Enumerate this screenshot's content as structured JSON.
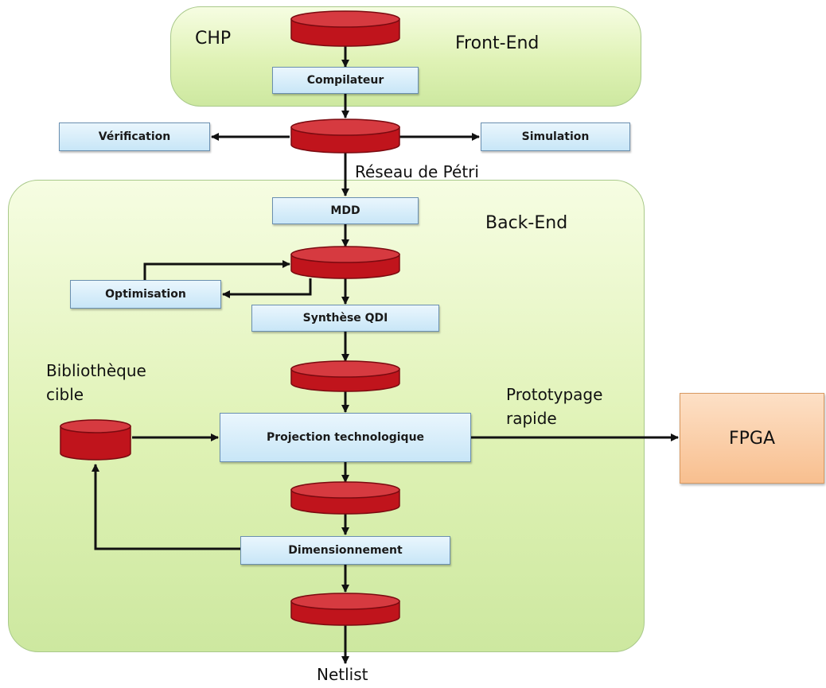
{
  "regions": {
    "front_end": {
      "label": "Front-End",
      "language": "CHP"
    },
    "back_end": {
      "label": "Back-End"
    }
  },
  "blocks": {
    "compilateur": "Compilateur",
    "verification": "Vérification",
    "simulation": "Simulation",
    "mdd": "MDD",
    "optimisation": "Optimisation",
    "synthese": "Synthèse QDI",
    "projection": "Projection technologique",
    "dimensionnement": "Dimensionnement"
  },
  "labels": {
    "reseau": "Réseau de Pétri",
    "bibliotheque_line1": "Bibliothèque",
    "bibliotheque_line2": "cible",
    "prototypage_line1": "Prototypage",
    "prototypage_line2": "rapide",
    "netlist": "Netlist"
  },
  "target": {
    "fpga": "FPGA"
  },
  "colors": {
    "database": "#c0141c",
    "process_fill": "#c8e6f7",
    "region_fill": "#dff2b5",
    "fpga_fill": "#f8bf8f"
  }
}
